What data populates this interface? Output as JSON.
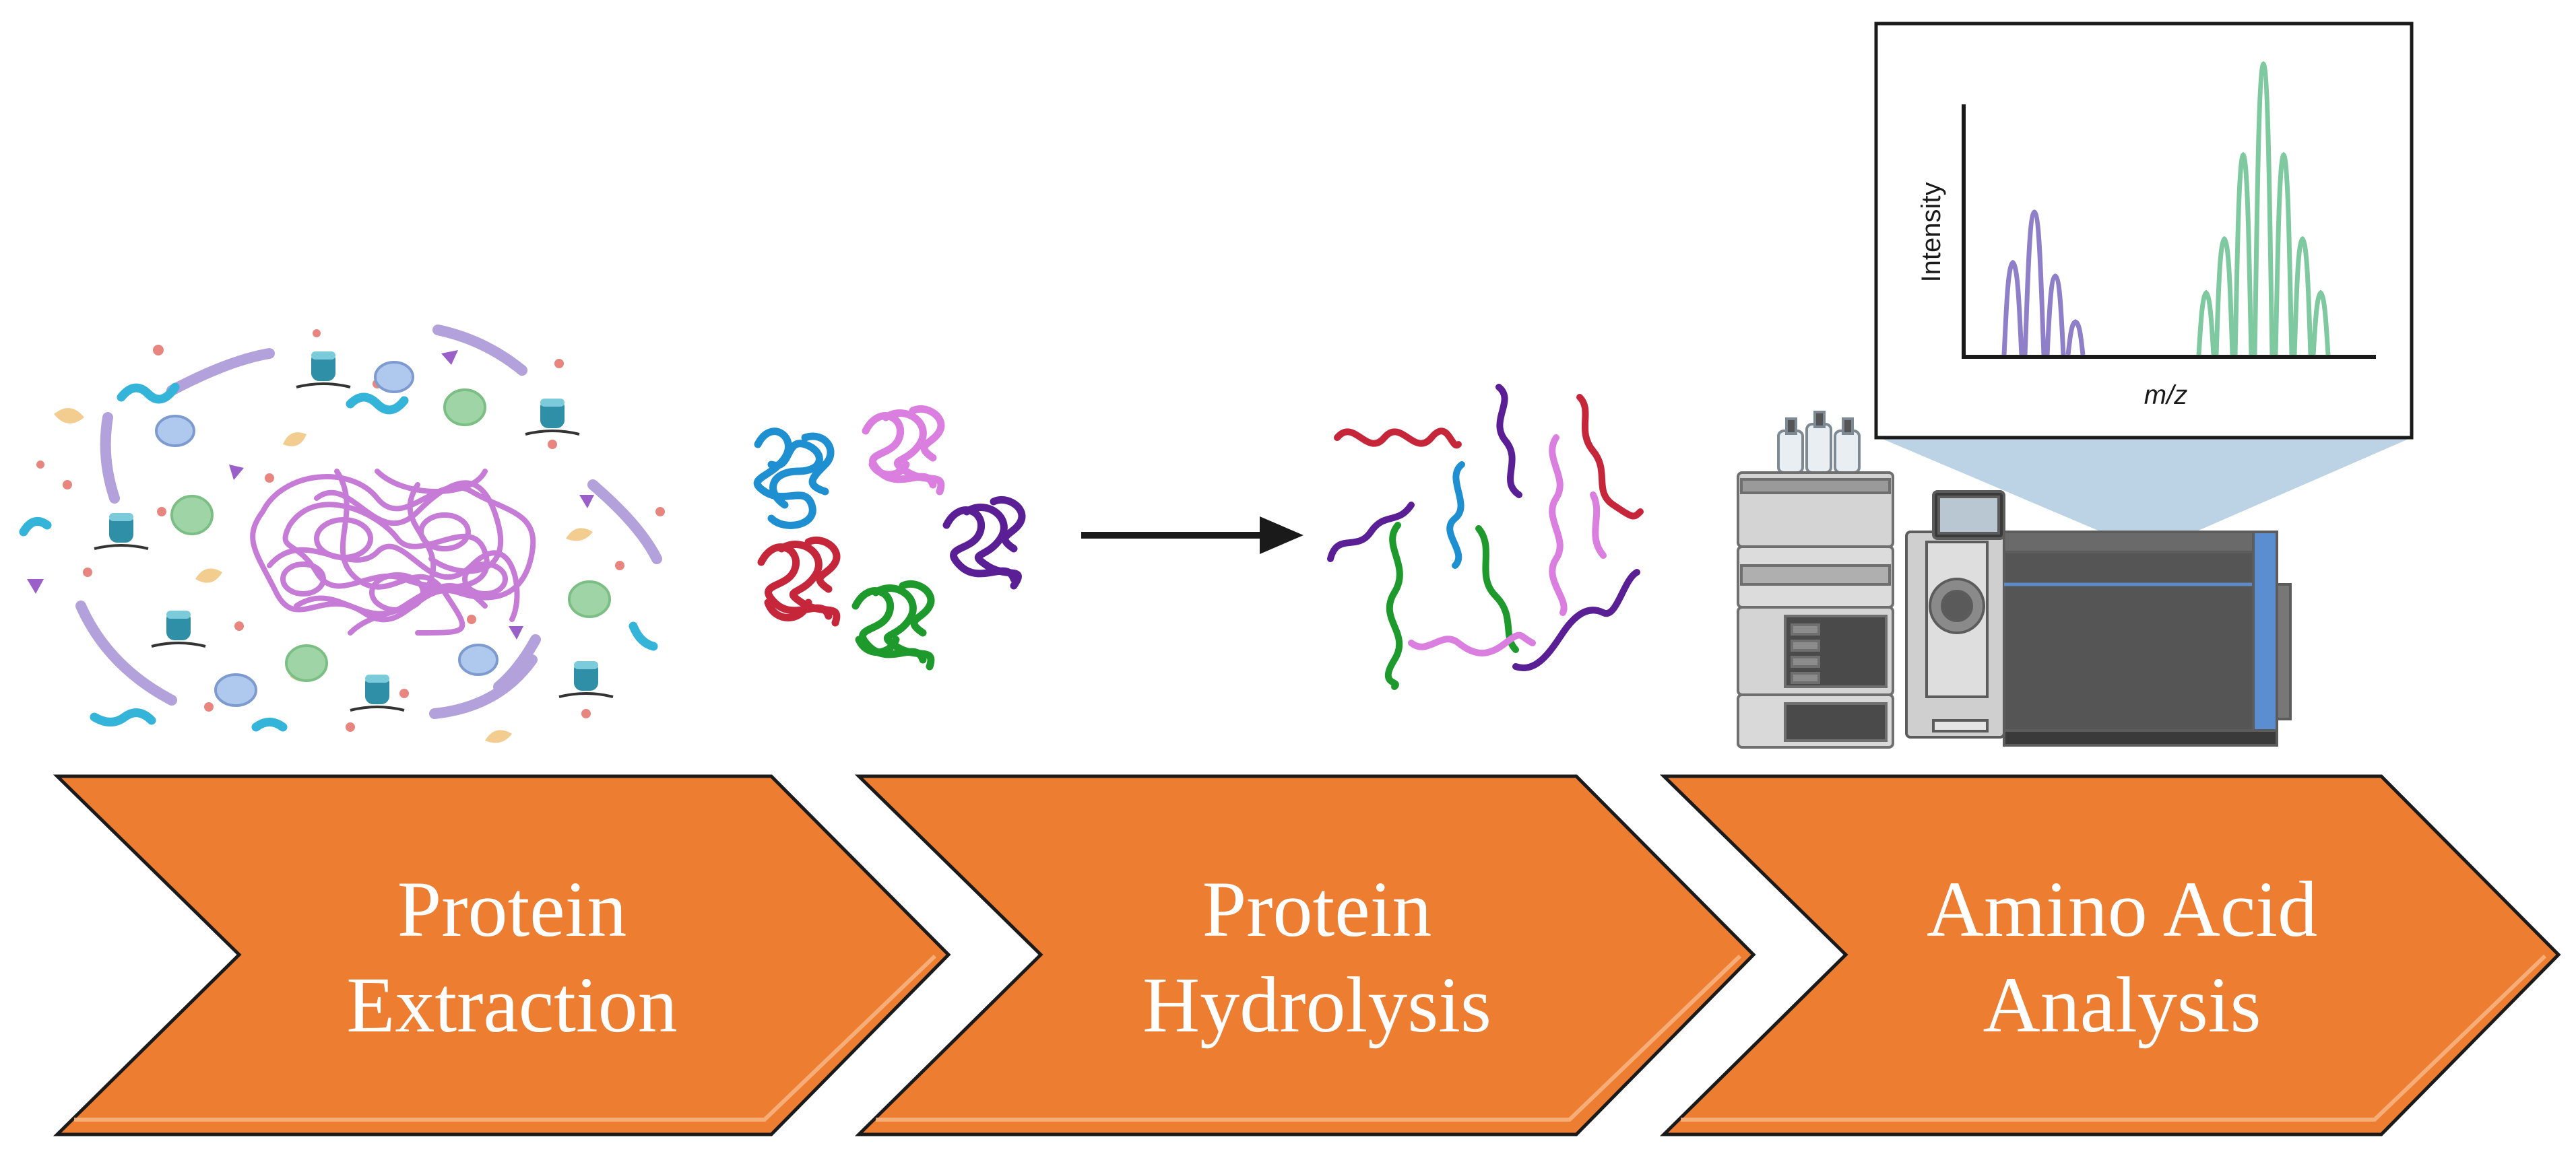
{
  "steps": [
    {
      "line1": "Protein",
      "line2": "Extraction"
    },
    {
      "line1": "Protein",
      "line2": "Hydrolysis"
    },
    {
      "line1": "Amino Acid",
      "line2": "Analysis"
    }
  ],
  "spectrum": {
    "ylabel": "Intensity",
    "xlabel": "m/z"
  },
  "colors": {
    "chevron_fill": "#ED7D31",
    "chevron_stroke": "#1a1a1a",
    "arrow": "#1a1a1a",
    "peak_purple": "#8F7FC8",
    "peak_green": "#7FC9A0",
    "strand_purple": "#C67BD6",
    "filament": "#B3A1DB",
    "instrument_dark": "#4A4A4A",
    "instrument_light": "#D9D9D9",
    "beam": "#AFCBE0"
  },
  "icons": [
    "cell-lysate-icon",
    "folded-protein-icon",
    "peptide-fragment-icon",
    "lc-ms-instrument-icon",
    "reaction-arrow-icon"
  ]
}
